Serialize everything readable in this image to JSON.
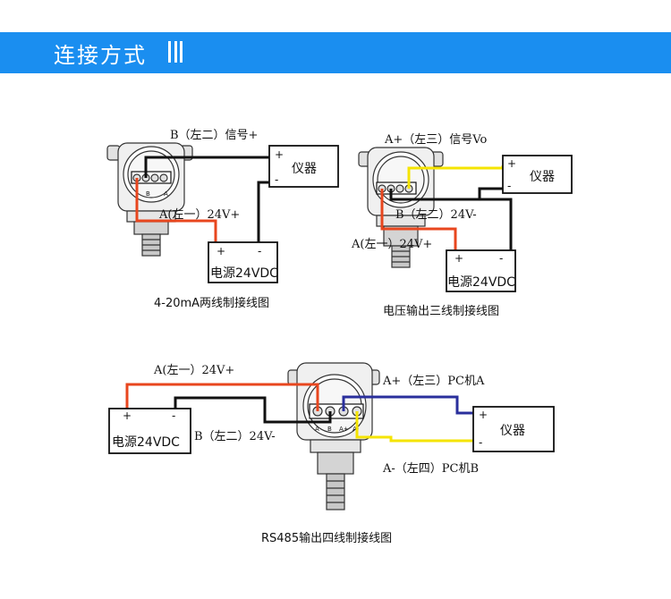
{
  "header": {
    "title": "连接方式"
  },
  "diagram1": {
    "caption": "4-20mA两线制接线图",
    "label_b": "B（左二）信号+",
    "label_a": "A(左一）24V+",
    "instrument": "仪器",
    "power": "电源24VDC",
    "plus": "+",
    "minus": "-",
    "terminal_b": "B",
    "terminal_a": "A"
  },
  "diagram2": {
    "caption": "电压输出三线制接线图",
    "label_aplus": "A+（左三）信号Vo",
    "label_b": "B（左二）24V-",
    "label_a": "A(左一）24V+",
    "instrument": "仪器",
    "power": "电源24VDC",
    "plus": "+",
    "minus": "-"
  },
  "diagram3": {
    "caption": "RS485输出四线制接线图",
    "label_a": "A(左一）24V+",
    "label_b": "B（左二）24V-",
    "label_aplus": "A+（左三）PC机A",
    "label_aminus": "A-（左四）PC机B",
    "instrument": "仪器",
    "power": "电源24VDC",
    "plus": "+",
    "minus": "-",
    "terminal_a": "A",
    "terminal_b": "B",
    "terminal_aplus": "A+",
    "terminal_aminus": "A-"
  },
  "colors": {
    "header": "#1a8ef0",
    "red": "#e8461e",
    "yellow": "#f5e400",
    "blue": "#2a2f9c",
    "black": "#111111"
  }
}
